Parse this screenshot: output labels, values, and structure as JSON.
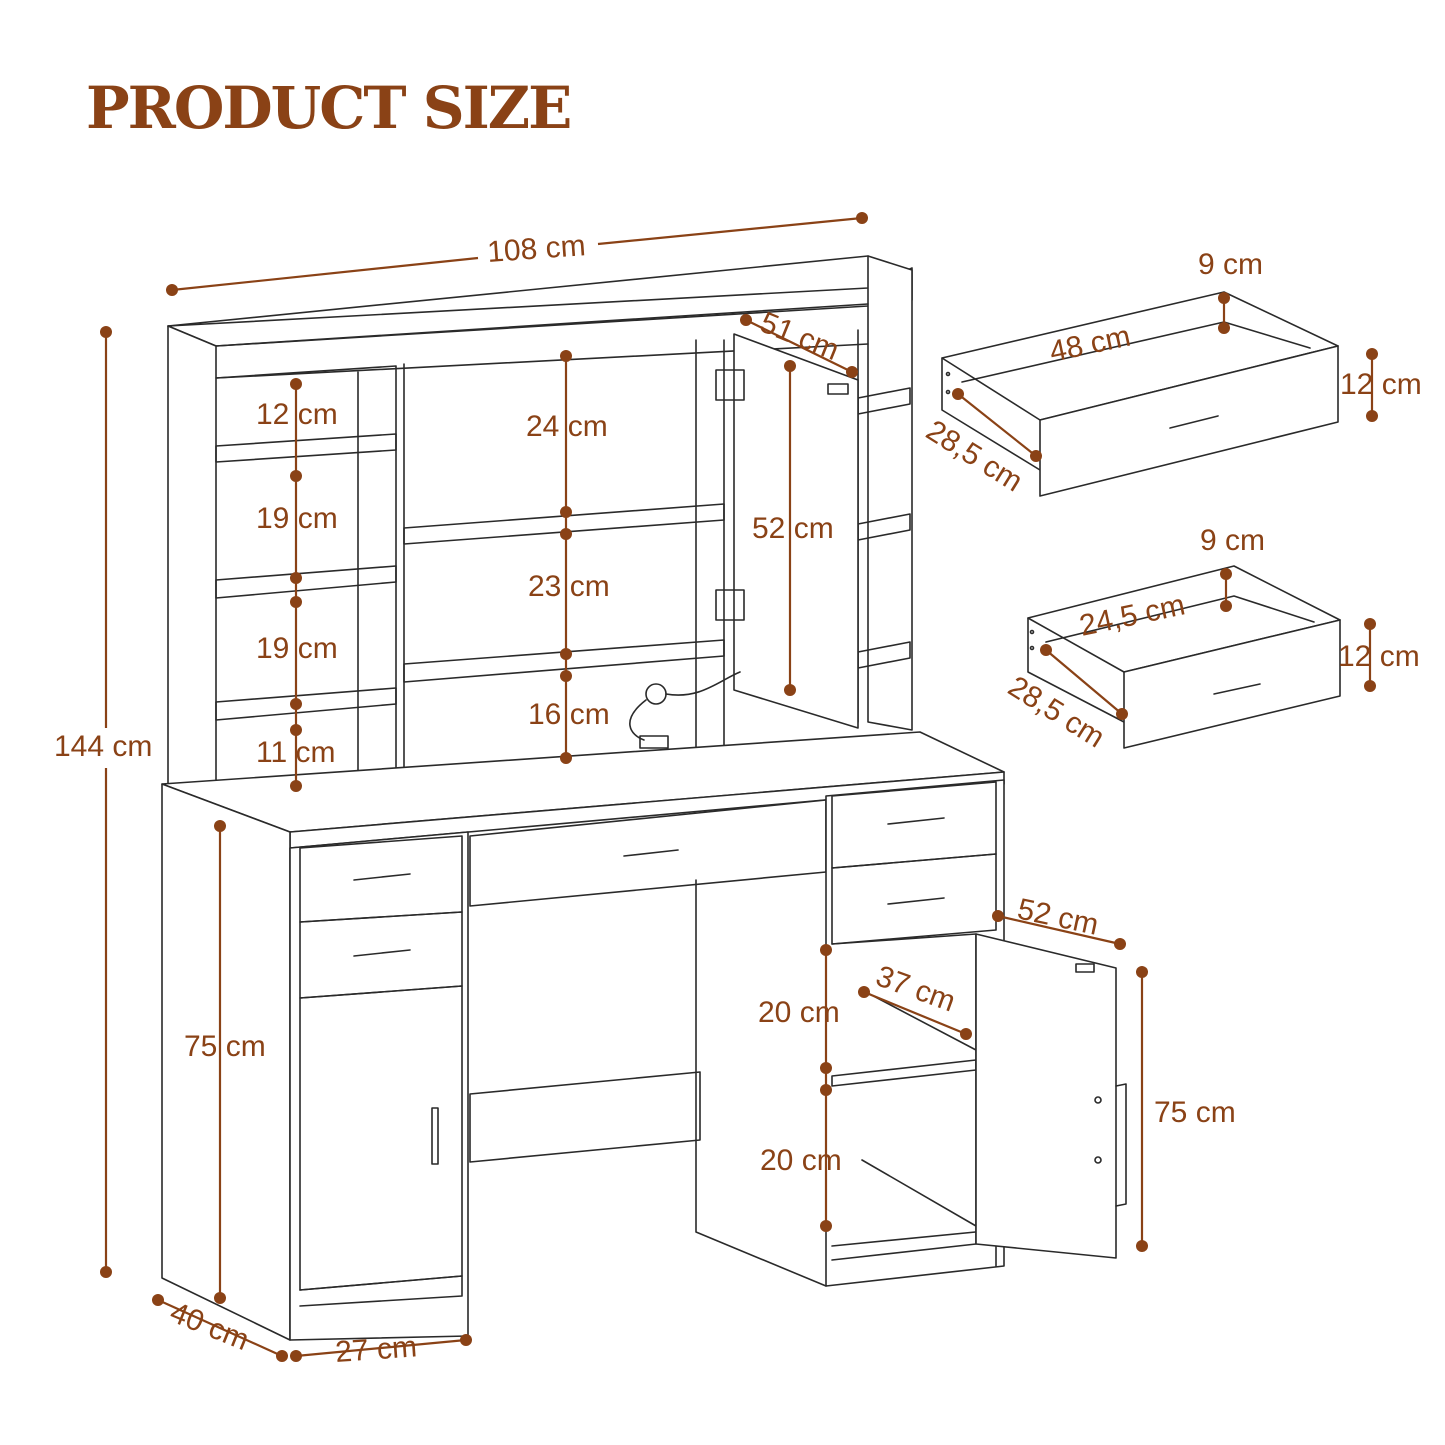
{
  "title": "PRODUCT SIZE",
  "colors": {
    "accent": "#8a4216",
    "outline": "#2a2a2a",
    "background": "#ffffff"
  },
  "dimensions": {
    "total_width": "108 cm",
    "total_height": "144 cm",
    "mirror_door_width": "51 cm",
    "mirror_door_height": "52 cm",
    "left_shelf_1": "12 cm",
    "left_shelf_2": "19 cm",
    "left_shelf_3": "19 cm",
    "left_shelf_4": "11 cm",
    "center_shelf_1": "24 cm",
    "center_shelf_2": "23 cm",
    "center_shelf_3": "16 cm",
    "desk_height": "75 cm",
    "depth": "40 cm",
    "left_cabinet_width": "27 cm",
    "right_door_width": "52 cm",
    "right_cabinet_depth": "37 cm",
    "right_compartment_1": "20 cm",
    "right_compartment_2": "20 cm",
    "right_door_height": "75 cm"
  },
  "drawer_large": {
    "height": "9 cm",
    "width": "48 cm",
    "depth": "28,5 cm",
    "front_height": "12 cm"
  },
  "drawer_small": {
    "height": "9 cm",
    "width": "24,5 cm",
    "depth": "28,5 cm",
    "front_height": "12 cm"
  }
}
